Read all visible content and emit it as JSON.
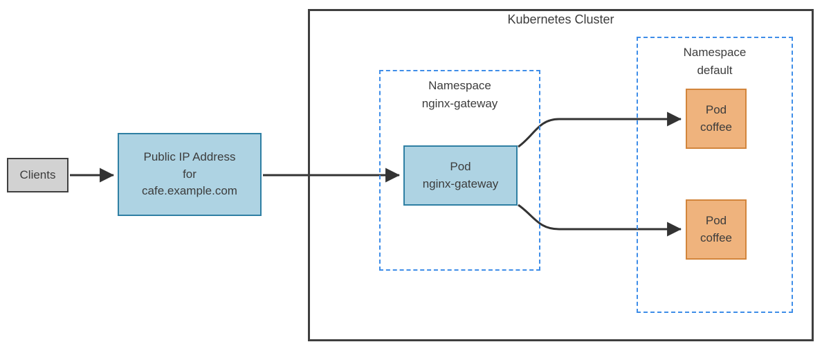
{
  "diagram": {
    "cluster_title": "Kubernetes Cluster",
    "nodes": {
      "clients": {
        "label": "Clients",
        "shape": "box",
        "fill": "gray"
      },
      "public_ip": {
        "label": "Public IP Address\nfor\ncafe.example.com",
        "shape": "box",
        "fill": "blue"
      },
      "namespace_gateway": {
        "label": "Namespace\nnginx-gateway",
        "shape": "dashed-container"
      },
      "pod_gateway": {
        "label": "Pod\nnginx-gateway",
        "shape": "box",
        "fill": "blue"
      },
      "namespace_default": {
        "label": "Namespace\ndefault",
        "shape": "dashed-container"
      },
      "pod_coffee_1": {
        "label": "Pod\ncoffee",
        "shape": "box",
        "fill": "orange"
      },
      "pod_coffee_2": {
        "label": "Pod\ncoffee",
        "shape": "box",
        "fill": "orange"
      }
    },
    "edges": [
      {
        "from": "clients",
        "to": "public_ip",
        "style": "arrow"
      },
      {
        "from": "public_ip",
        "to": "pod_gateway",
        "style": "arrow"
      },
      {
        "from": "pod_gateway",
        "to": "pod_coffee_1",
        "style": "arrow"
      },
      {
        "from": "pod_gateway",
        "to": "pod_coffee_2",
        "style": "arrow"
      }
    ],
    "colors": {
      "bg": "#ffffff",
      "text": "#3c3c3c",
      "arrow": "#333333",
      "cluster-border": "#3f3f3f",
      "ns-dash": "#3e8de8",
      "blue-fill": "#aed3e3",
      "blue-border": "#2e7fa3",
      "orange-fill": "#efb37d",
      "orange-border": "#d2853c",
      "gray-fill": "#d2d2d2",
      "gray-border": "#3f3f3f"
    }
  }
}
